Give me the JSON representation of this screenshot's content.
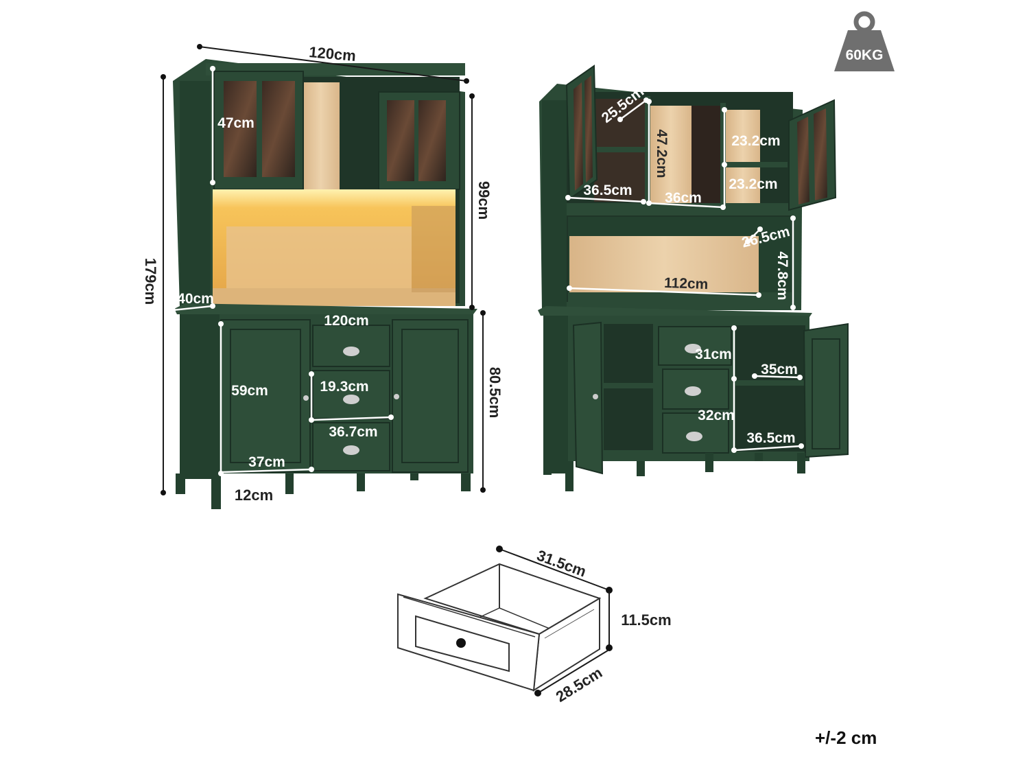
{
  "weight_badge": {
    "label": "60KG"
  },
  "tolerance": "+/-2 cm",
  "front_view": {
    "total_width": "120cm",
    "total_height": "179cm",
    "upper_height": "99cm",
    "lower_height": "80.5cm",
    "depth": "40cm",
    "counter_width": "120cm",
    "glass_door_height": "47cm",
    "door_height": "59cm",
    "drawer_height": "19.3cm",
    "drawer_width": "36.7cm",
    "door_width": "37cm",
    "leg_height": "12cm"
  },
  "open_view": {
    "upper_shelf_depth": "25.5cm",
    "upper_left_width": "36.5cm",
    "upper_center_height": "47.2cm",
    "upper_center_width": "36cm",
    "upper_right_top": "23.2cm",
    "upper_right_bottom": "23.2cm",
    "open_shelf_depth": "26.5cm",
    "open_shelf_height": "47.8cm",
    "open_shelf_width": "112cm",
    "drawer_inner_width": "31cm",
    "cabinet_shelf_height": "35cm",
    "drawer_inner_height": "32cm",
    "cabinet_width": "36.5cm"
  },
  "drawer_detail": {
    "length": "31.5cm",
    "height": "11.5cm",
    "depth": "28.5cm"
  },
  "colors": {
    "cabinet_green": "#2b4a36",
    "cabinet_dark": "#1e3628",
    "wood": "#e6c9a1",
    "led": "#f7c45a",
    "badge": "#6f6f6f"
  }
}
